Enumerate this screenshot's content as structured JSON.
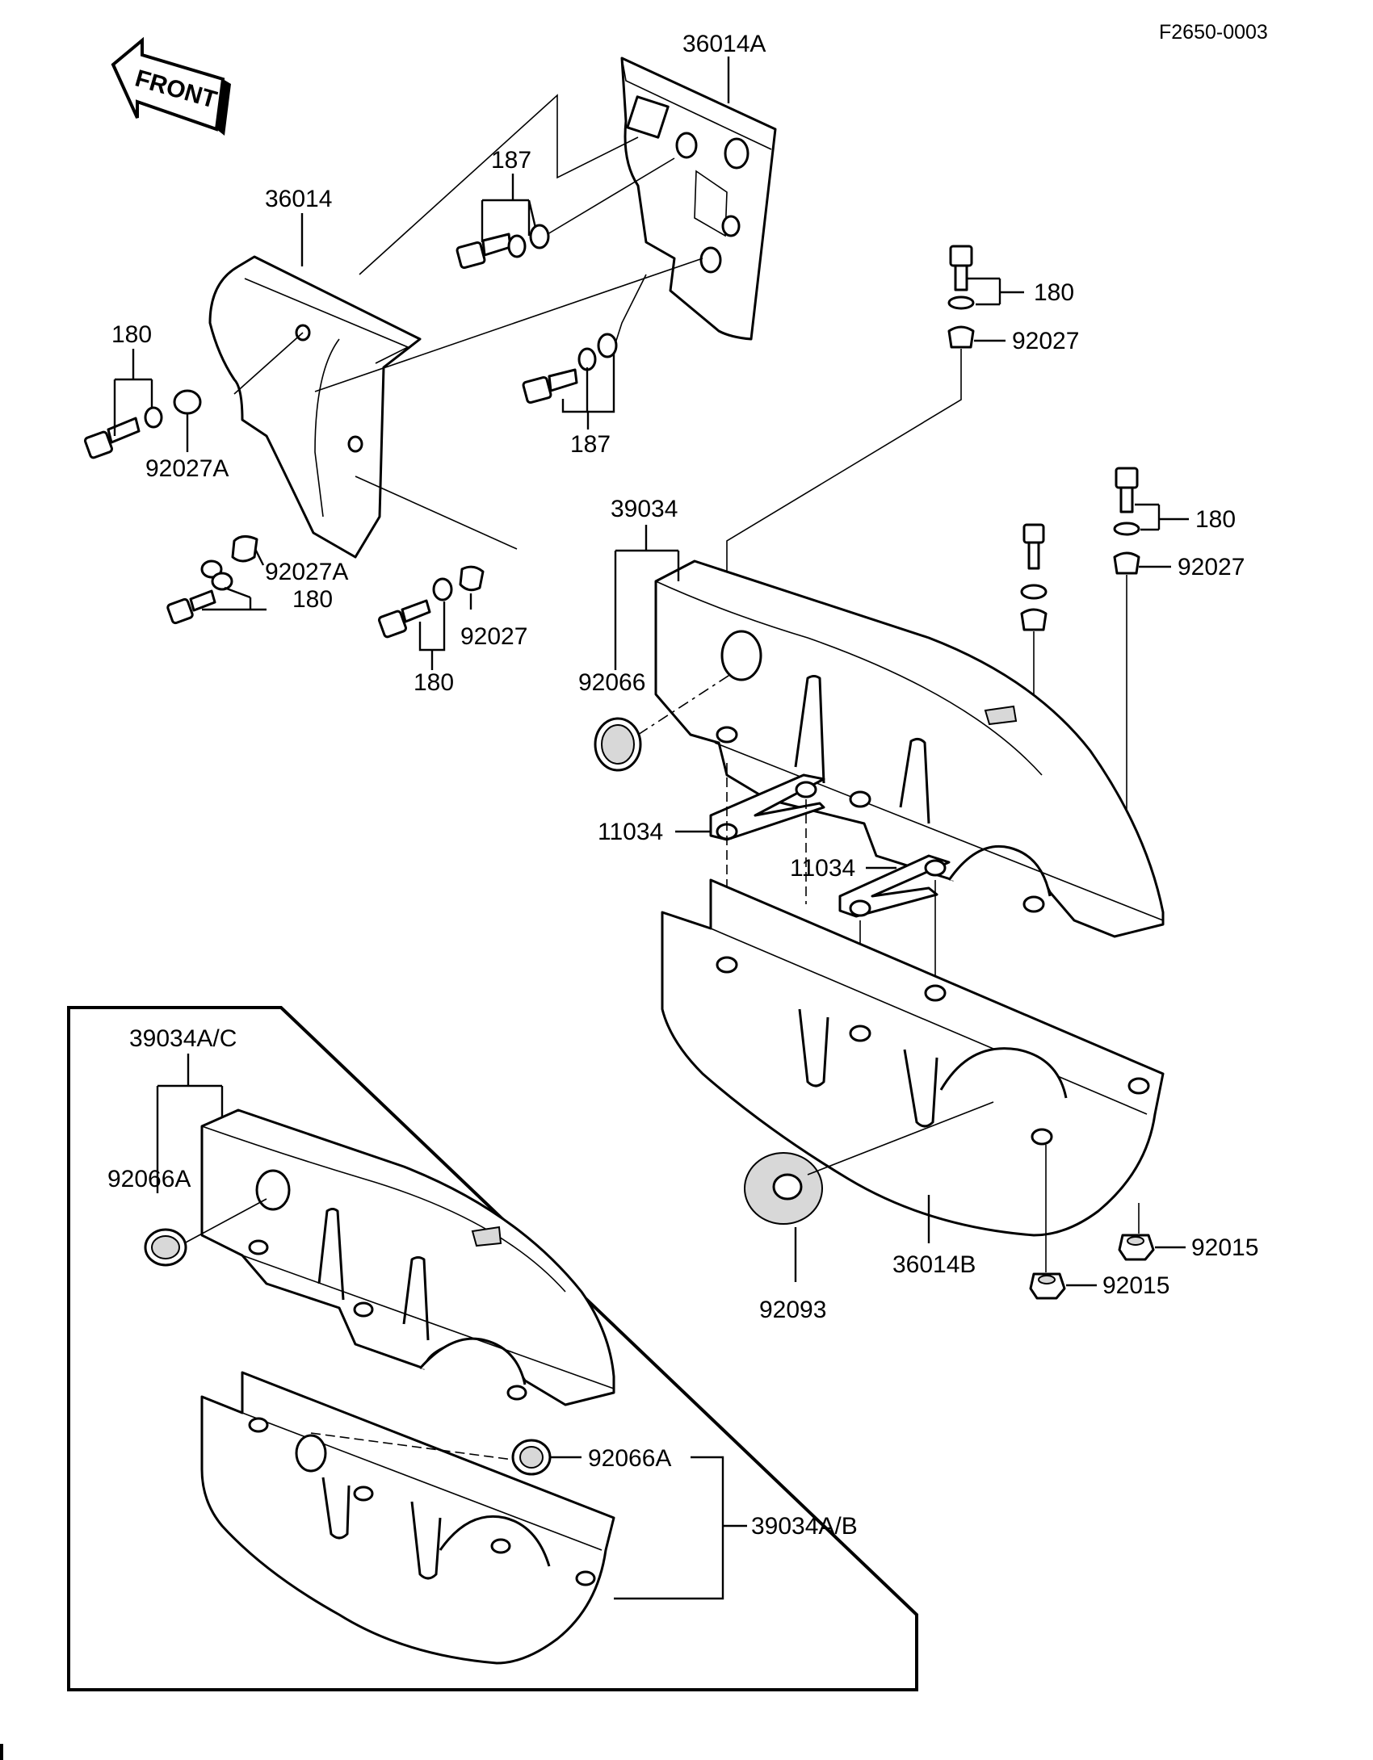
{
  "figure_code": "F2650-0003",
  "front_label": "FRONT",
  "labels": {
    "p36014A": "36014A",
    "p36014": "36014",
    "p187_top": "187",
    "p187_bottom": "187",
    "p180_left": "180",
    "p92027A_left": "92027A",
    "p92027A_mid": "92027A",
    "p180_mid_left": "180",
    "p180_mid_bottom": "180",
    "p92027_mid": "92027",
    "p180_right_top": "180",
    "p92027_right_top": "92027",
    "p180_right_mid": "180",
    "p92027_right_mid": "92027",
    "p39034": "39034",
    "p92066": "92066",
    "p11034_left": "11034",
    "p11034_right": "11034",
    "p92093": "92093",
    "p36014B": "36014B",
    "p92015_upper": "92015",
    "p92015_lower": "92015",
    "p39034AC": "39034A/C",
    "p92066A_upper": "92066A",
    "p92066A_lower": "92066A",
    "p39034AB": "39034A/B"
  }
}
